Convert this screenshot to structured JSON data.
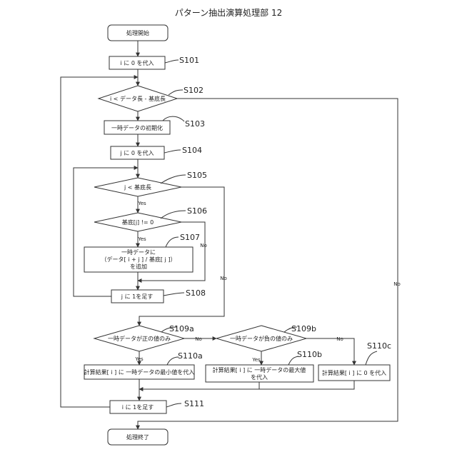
{
  "title": "パターン抽出演算処理部 12",
  "nodes": {
    "start": "処理開始",
    "s101": "i に 0 を代入",
    "s102": "i < データ長 - 基底長",
    "s103": "一時データの初期化",
    "s104": "j に 0 を代入",
    "s105": "j < 基底長",
    "s106": "基底[j] != 0",
    "s107_line1": "一時データに",
    "s107_line2": "（データ[ i + j ] / 基底[ j ]）",
    "s107_line3": "を追加",
    "s108": "j に 1を足す",
    "s109a": "一時データが正の値のみ",
    "s109b": "一時データが負の値のみ",
    "s110a": "計算結果[ i ] に 一時データの最小値を代入",
    "s110b_line1": "計算結果[ i ] に 一時データの最大値",
    "s110b_line2": "を代入",
    "s110c": "計算結果[ i ] に 0 を代入",
    "s111": "i に 1を足す",
    "end": "処理終了"
  },
  "steps": {
    "s101": "S101",
    "s102": "S102",
    "s103": "S103",
    "s104": "S104",
    "s105": "S105",
    "s106": "S106",
    "s107": "S107",
    "s108": "S108",
    "s109a": "S109a",
    "s109b": "S109b",
    "s110a": "S110a",
    "s110b": "S110b",
    "s110c": "S110c",
    "s111": "S111"
  },
  "edges": {
    "s102_no": "No",
    "s105_yes": "Yes",
    "s105_no": "No",
    "s106_yes": "Yes",
    "s106_no": "No",
    "s109a_yes": "Yes",
    "s109a_no": "No",
    "s109b_yes": "Yes",
    "s109b_no": "No"
  }
}
